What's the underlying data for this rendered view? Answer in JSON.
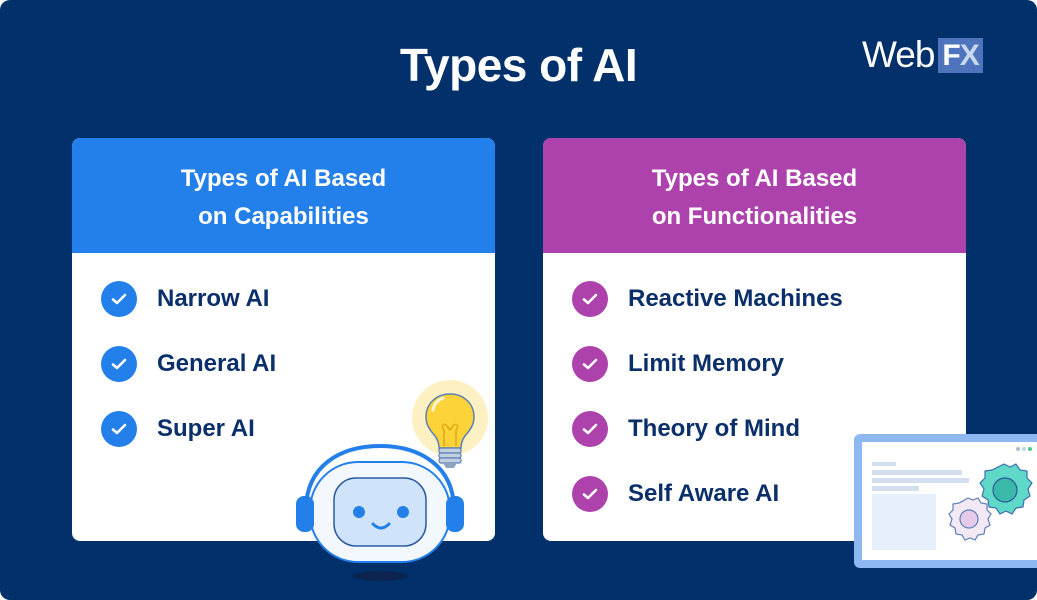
{
  "header": {
    "title": "Types of AI",
    "logo": {
      "web": "Web",
      "f": "F",
      "x": "X"
    }
  },
  "cards": [
    {
      "title_line1": "Types of AI Based",
      "title_line2": "on Capabilities",
      "accent": "#237fea",
      "items": [
        {
          "label": "Narrow AI",
          "icon": "check-icon"
        },
        {
          "label": "General AI",
          "icon": "check-icon"
        },
        {
          "label": "Super AI",
          "icon": "check-icon"
        }
      ]
    },
    {
      "title_line1": "Types of AI Based",
      "title_line2": "on Functionalities",
      "accent": "#ae42ac",
      "items": [
        {
          "label": "Reactive Machines",
          "icon": "check-icon"
        },
        {
          "label": "Limit Memory",
          "icon": "check-icon"
        },
        {
          "label": "Theory of Mind",
          "icon": "check-icon"
        },
        {
          "label": "Self Aware AI",
          "icon": "check-icon"
        }
      ]
    }
  ],
  "colors": {
    "background": "#01306a",
    "blue_accent": "#237fea",
    "purple_accent": "#ae42ac",
    "item_text": "#0b2f6b"
  }
}
